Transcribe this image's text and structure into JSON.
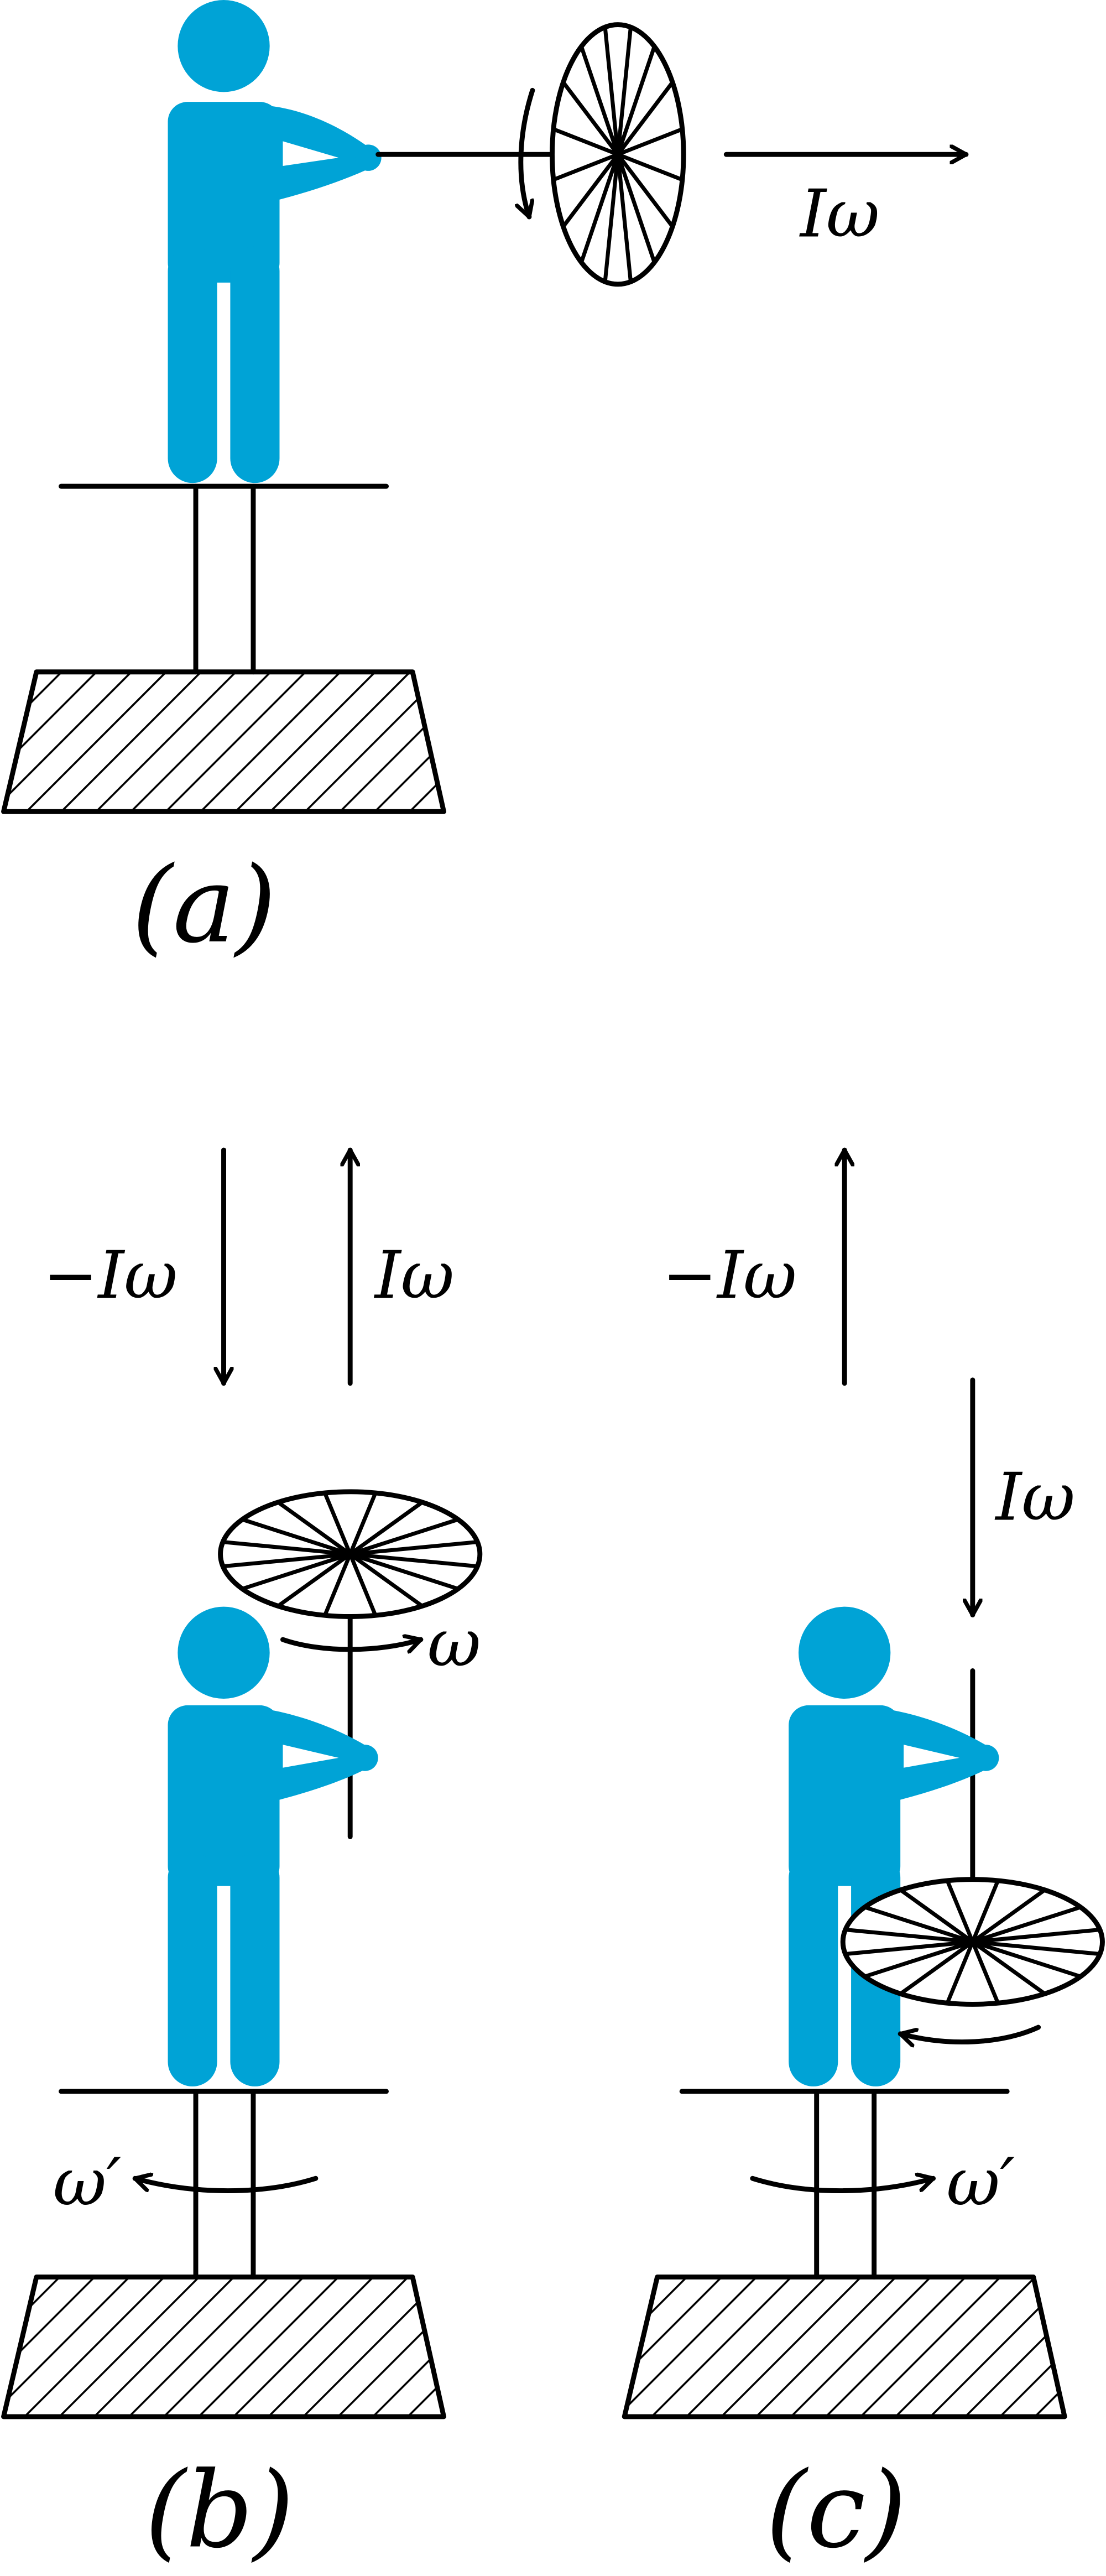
{
  "colors": {
    "figure": "#00a3d6",
    "ink": "#000000",
    "background": "#ffffff"
  },
  "panels": {
    "a": {
      "caption": "(a)",
      "angular_momentum_label": "Iω"
    },
    "b": {
      "caption": "(b)",
      "neg_momentum_label": "−Iω",
      "pos_momentum_label": "Iω",
      "wheel_spin_label": "ω",
      "platform_spin_label": "ω′"
    },
    "c": {
      "caption": "(c)",
      "neg_momentum_label": "−Iω",
      "wheel_momentum_label": "Iω",
      "platform_spin_label": "ω′"
    }
  }
}
